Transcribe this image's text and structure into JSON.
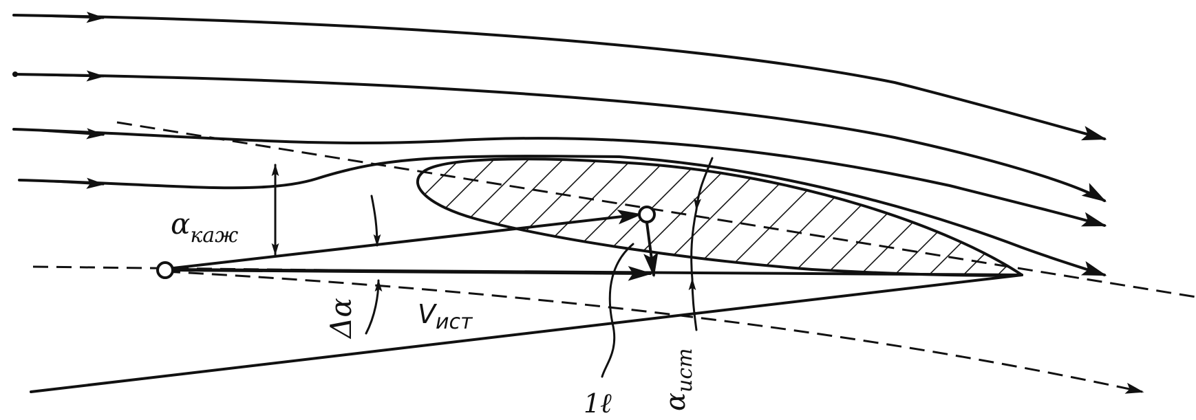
{
  "labels": {
    "apparent_alpha": {
      "main": "α",
      "sub": "каж"
    },
    "delta_alpha": "Δα",
    "true_velocity": {
      "main": "V",
      "sub": "ист"
    },
    "true_alpha": {
      "main": "α",
      "sub": "ист"
    },
    "probe_ref": "1"
  }
}
